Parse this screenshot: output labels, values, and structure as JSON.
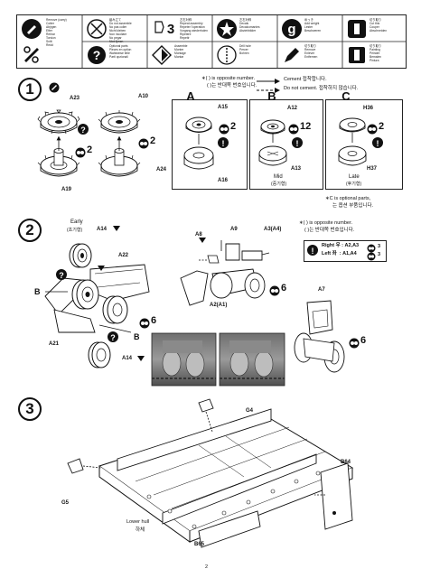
{
  "legend": {
    "col1": "Remove (carry)\nCotter\nAbjrgen\nEfter\nRetirar\nTorsion\nSnitt\nRedd",
    "col2": "組み立て\nDo not assemble\nNo pas coller\nNicht kleben\nNon incollare\nNo pegar\nNiet lijmen",
    "col3": "左右対称\nRepeat assembly\nRepeter l'operation\nVorgang wiederholen\nRipetere\nRepetir",
    "col4": "左右対称\nDecals\nDecalcomanies\nAbziehbilder",
    "col5": "めっき\nAdd weight\nLester\nBeschweren",
    "col6": "切り取り\nCut this\nCouper\nAbschneiden",
    "col2b": "Optional parts\nPieces en option\nWahlweise teile\nParti opzionali",
    "col3b": "Assemble\nMonter\nMontage\nMontar",
    "col4b": "Drill hole\nPercer\nBohren",
    "col5b": "切り取り\nRemove\nEnlever\nEntfernen",
    "col6b": "切り取り\nPainting\nPeindre\nBemalen\nPintura",
    "num_repeat": "3"
  },
  "step1": {
    "number": "1",
    "legend_line1": "∗( ) is opposite number.",
    "legend_line2": "( )는 반대쪽 번호입니다.",
    "cement": "Cement 접착합니다.",
    "no_cement": "Do not cement. 접착하지 않습니다.",
    "parts": {
      "a23": "A23",
      "a10": "A10",
      "a19": "A19",
      "a24": "A24"
    },
    "qty_left": "2",
    "qty_right": "2",
    "panelA": {
      "title": "A",
      "part_top": "A15",
      "part_bottom": "A16",
      "qty": "2"
    },
    "panelB": {
      "title": "B",
      "part_top": "A12",
      "part_bottom": "A13",
      "qty": "12",
      "caption": "Mid",
      "caption_ko": "(중기형)"
    },
    "panelC": {
      "title": "C",
      "part_top": "H36",
      "part_bottom": "H37",
      "qty": "2",
      "caption": "Late",
      "caption_ko": "(후기형)"
    },
    "optional_note_1": "∗C is optional parts,",
    "optional_note_2": "는 옵션 부품입니다."
  },
  "step2": {
    "number": "2",
    "early": "Early",
    "early_ko": "(초기형)",
    "a14_top": "A14",
    "a22": "A22",
    "b_label": "B",
    "a21": "A21",
    "b_label2": "B",
    "a14_bottom": "A14",
    "qty_mid": "6",
    "a8": "A8",
    "a9": "A9",
    "a3": "A3(A4)",
    "a2": "A2(A1)",
    "qty_right": "6",
    "a7": "A7",
    "qty_a7": "6",
    "note1": "∗( ) is opposite number.",
    "note2": "( )는 반대쪽 번호입니다.",
    "right_row": "Right 우 : A2,A3",
    "left_row": "Left 좌  : A1,A4",
    "right_qty": "3",
    "left_qty": "3"
  },
  "step3": {
    "number": "3",
    "g4": "G4",
    "g5": "G5",
    "b64": "B64",
    "b65": "B65",
    "lower_hull": "Lower hull",
    "lower_hull_ko": "하체"
  },
  "page_number": "2"
}
